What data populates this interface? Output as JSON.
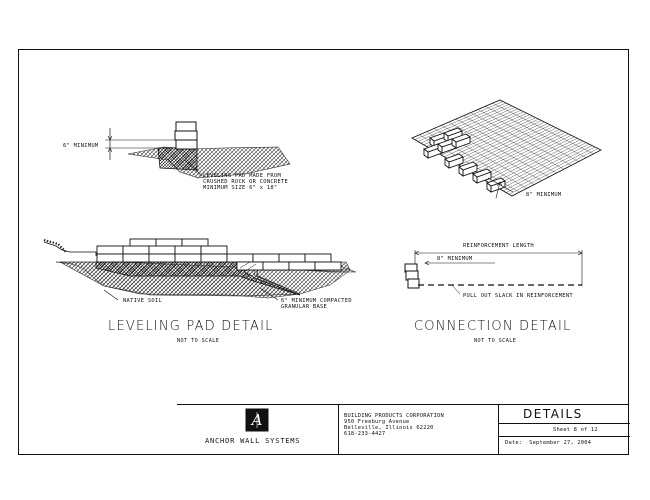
{
  "sheet": {
    "leveling_pad": {
      "min_6": "6\" MINIMUM",
      "pad_note": "LEVELING PAD MADE FROM\nCRUSHED ROCK OR CONCRETE\nMINIMUM SIZE 6\" x 18\"",
      "native_soil": "NATIVE SOIL",
      "granular_note": "6\" MINIMUM COMPACTED\nGRANULAR BASE",
      "title": "LEVELING PAD DETAIL",
      "scale": "NOT TO SCALE"
    },
    "connection": {
      "min_8_a": "8\" MINIMUM",
      "reinforcement_length": "REINFORCEMENT LENGTH",
      "min_8_b": "8\" MINIMUM",
      "pull_note": "PULL OUT SLACK IN REINFORCEMENT",
      "title": "CONNECTION DETAIL",
      "scale": "NOT TO SCALE"
    },
    "title_block": {
      "company": "ANCHOR WALL SYSTEMS",
      "address": "BUILDING PRODUCTS CORPORATION\n950 Freeburg Avenue\nBelleville, Illinois 62220\n618-233-4427",
      "title": "DETAILS",
      "sheet": "Sheet 8 of 12",
      "date": "Date:  September 27, 2004"
    }
  }
}
